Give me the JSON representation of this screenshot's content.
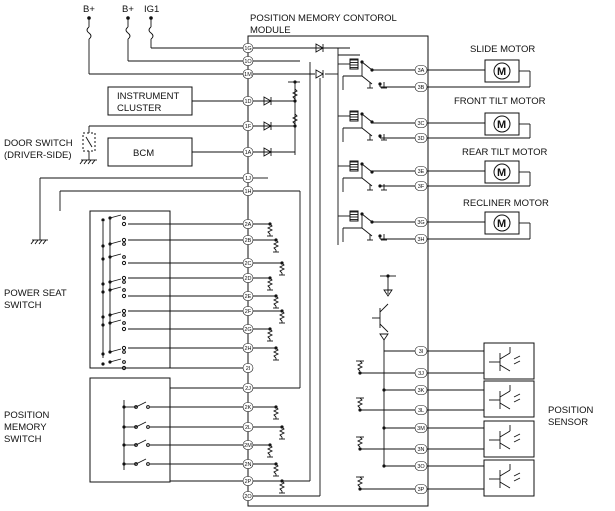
{
  "module": {
    "title_line1": "POSITION MEMORY CONTOROL",
    "title_line2": "MODULE"
  },
  "supplies": [
    "B+",
    "B+",
    "IG1"
  ],
  "blocks": {
    "instrument_line1": "INSTRUMENT",
    "instrument_line2": "CLUSTER",
    "bcm": "BCM",
    "door_switch_line1": "DOOR SWITCH",
    "door_switch_line2": "(DRIVER-SIDE)",
    "power_seat_line1": "POWER SEAT",
    "power_seat_line2": "SWITCH",
    "memory_line1": "POSITION",
    "memory_line2": "MEMORY",
    "memory_line3": "SWITCH",
    "sensor_line1": "POSITION",
    "sensor_line2": "SENSOR"
  },
  "motors": [
    "SLIDE MOTOR",
    "FRONT TILT MOTOR",
    "REAR TILT MOTOR",
    "RECLINER MOTOR"
  ],
  "motor_symbol": "M",
  "left_pins": [
    "1G",
    "1O",
    "1M",
    "1D",
    "1F",
    "1A",
    "1J",
    "1H",
    "2A",
    "2B",
    "2C",
    "2D",
    "2E",
    "2F",
    "2G",
    "2H",
    "2I",
    "2J",
    "2K",
    "2L",
    "2M",
    "2N",
    "2P",
    "2O"
  ],
  "right_pins": [
    "3A",
    "3B",
    "3C",
    "3D",
    "3E",
    "3F",
    "3G",
    "3H",
    "3I",
    "3J",
    "3K",
    "3L",
    "3M",
    "3N",
    "3O",
    "3P"
  ]
}
